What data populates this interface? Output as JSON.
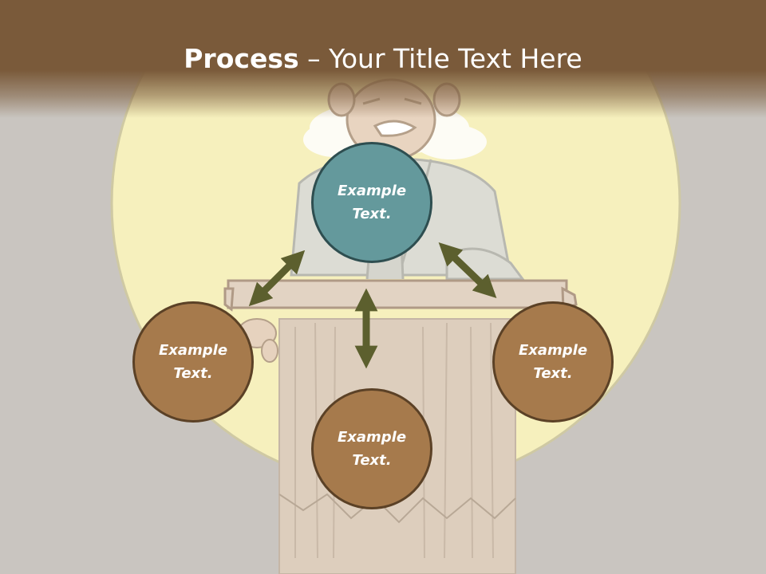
{
  "slide": {
    "title_bold": "Process",
    "title_rest": " – Your Title Text Here"
  },
  "process": {
    "top": "Example Text.",
    "left": "Example Text.",
    "bottom": "Example Text.",
    "right": "Example Text."
  },
  "colors": {
    "title_band": "#7a5a3a",
    "background": "#c9c5c0",
    "spotlight": "#f6f0bd",
    "circle_brown": "#a67a4c",
    "circle_teal": "#64999c",
    "arrows": "#5c5f2e"
  },
  "icons": [
    "speaker-at-podium-illustration",
    "double-headed-arrow"
  ]
}
